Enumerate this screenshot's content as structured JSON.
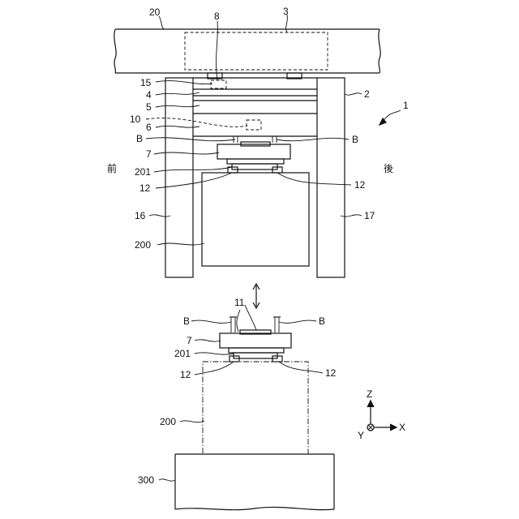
{
  "labels": {
    "n20": "20",
    "n8": "8",
    "n3": "3",
    "n15": "15",
    "n4": "4",
    "n5": "5",
    "n2": "2",
    "n1": "1",
    "n10": "10",
    "n6": "6",
    "nB_left": "B",
    "nB_right": "B",
    "n7": "7",
    "front": "前",
    "rear": "後",
    "n201": "201",
    "n12_left": "12",
    "n12_right": "12",
    "n16": "16",
    "n17": "17",
    "n200": "200",
    "n11": "11",
    "nB_low_left": "B",
    "nB_low_right": "B",
    "n7_low": "7",
    "n201_low": "201",
    "n12_low_left": "12",
    "n12_low_right": "12",
    "n200_low": "200",
    "n300": "300",
    "axis_z": "Z",
    "axis_x": "X",
    "axis_y": "Y"
  }
}
